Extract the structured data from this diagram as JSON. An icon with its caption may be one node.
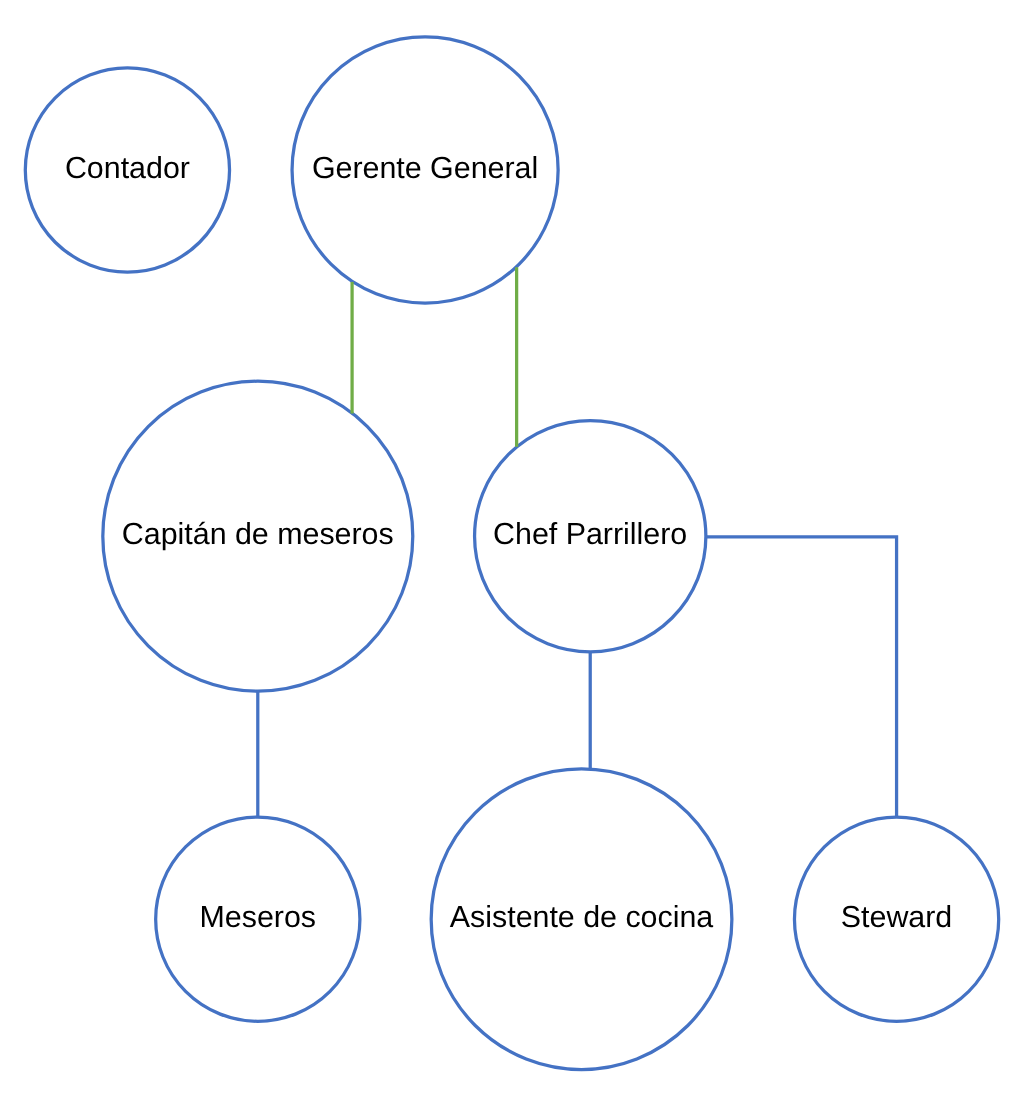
{
  "diagram": {
    "nodes": [
      {
        "text": [
          "Gerente General"
        ]
      },
      {
        "text": [
          "Contador"
        ]
      },
      {
        "text": [
          "Capitán de meseros"
        ]
      },
      {
        "text": [
          "Chef Parrillero"
        ]
      },
      {
        "text": [
          "Meseros"
        ]
      },
      {
        "text": [
          "Asistente de cocina"
        ]
      },
      {
        "text": [
          "Steward"
        ]
      }
    ],
    "edges": [
      {
        "from": 0,
        "to": 2,
        "arrow": "none",
        "color": "#70ad47"
      },
      {
        "from": 0,
        "to": 3,
        "arrow": "none",
        "color": "#70ad47"
      },
      {
        "from": 2,
        "to": 4,
        "arrow": "none"
      },
      {
        "from": 3,
        "to": 5,
        "arrow": "none"
      },
      {
        "from": 3,
        "to": 6,
        "arrow": "none"
      }
    ]
  }
}
